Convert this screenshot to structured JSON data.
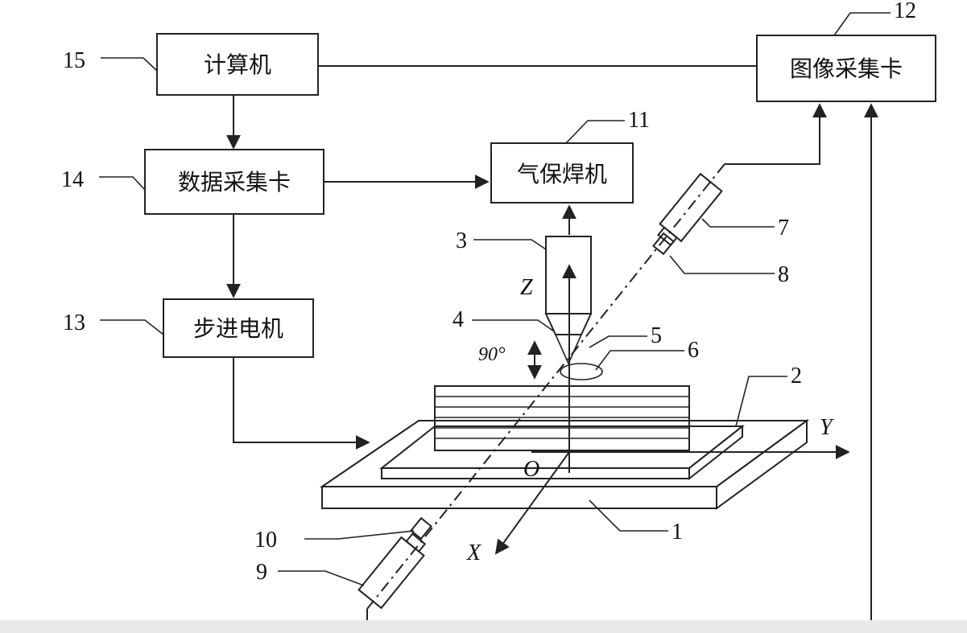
{
  "boxes": {
    "computer": "计算机",
    "daq_card": "数据采集卡",
    "stepper_motor": "步进电机",
    "welder": "气保焊机",
    "image_card": "图像采集卡"
  },
  "callouts": {
    "n1": "1",
    "n2": "2",
    "n3": "3",
    "n4": "4",
    "n5": "5",
    "n6": "6",
    "n7": "7",
    "n8": "8",
    "n9": "9",
    "n10": "10",
    "n11": "11",
    "n12": "12",
    "n13": "13",
    "n14": "14",
    "n15": "15"
  },
  "axes": {
    "z": "Z",
    "y": "Y",
    "x": "X",
    "origin": "O",
    "angle": "90°"
  }
}
